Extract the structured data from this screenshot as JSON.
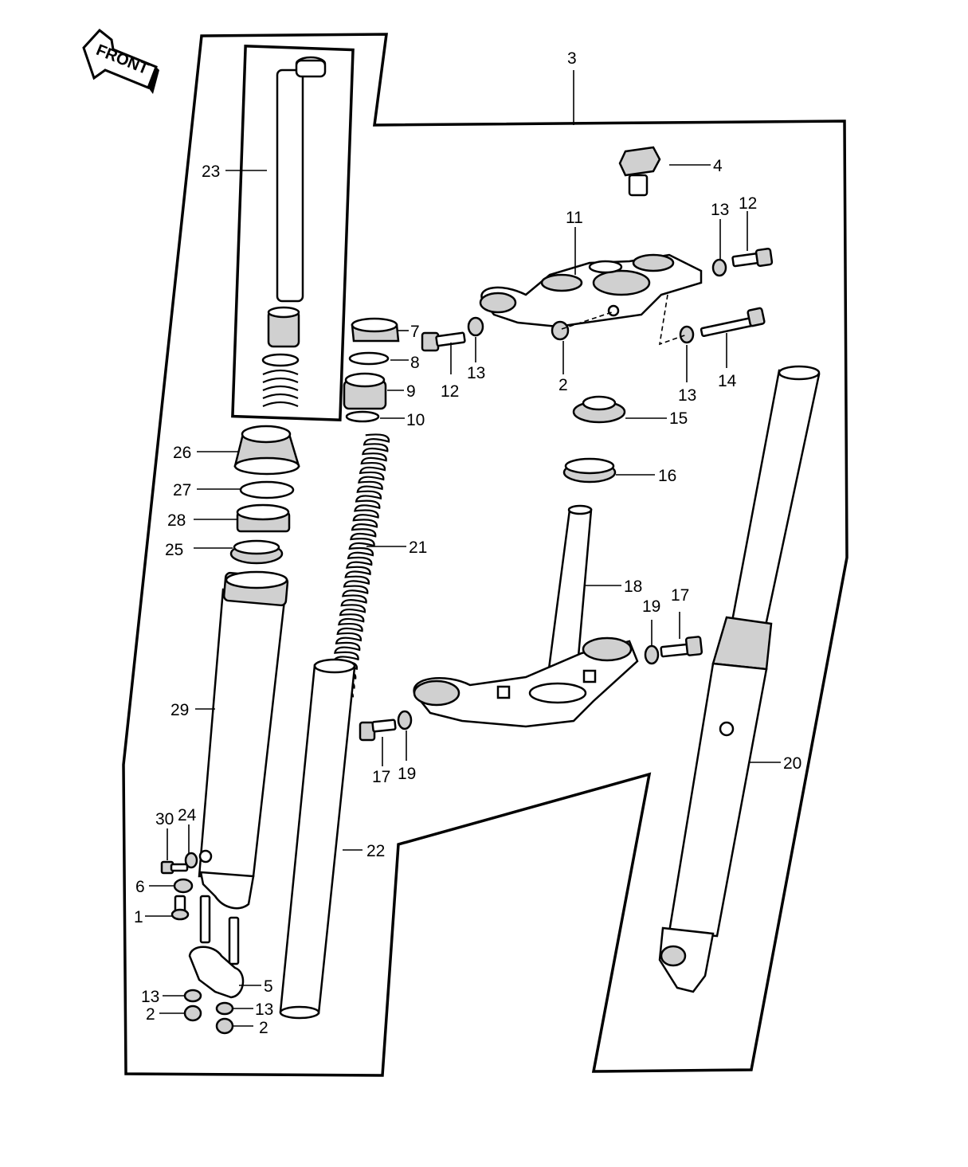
{
  "front_label": "FRONT",
  "labels": {
    "l1": "1",
    "l2a": "2",
    "l2b": "2",
    "l2c": "2",
    "l3": "3",
    "l4": "4",
    "l5": "5",
    "l6": "6",
    "l7": "7",
    "l8": "8",
    "l9": "9",
    "l10": "10",
    "l11": "11",
    "l12a": "12",
    "l12b": "12",
    "l13a": "13",
    "l13b": "13",
    "l13c": "13",
    "l13d": "13",
    "l13e": "13",
    "l14": "14",
    "l15": "15",
    "l16": "16",
    "l17a": "17",
    "l17b": "17",
    "l18": "18",
    "l19a": "19",
    "l19b": "19",
    "l20": "20",
    "l21": "21",
    "l22": "22",
    "l23": "23",
    "l24": "24",
    "l25": "25",
    "l26": "26",
    "l27": "27",
    "l28": "28",
    "l29": "29",
    "l30": "30"
  }
}
